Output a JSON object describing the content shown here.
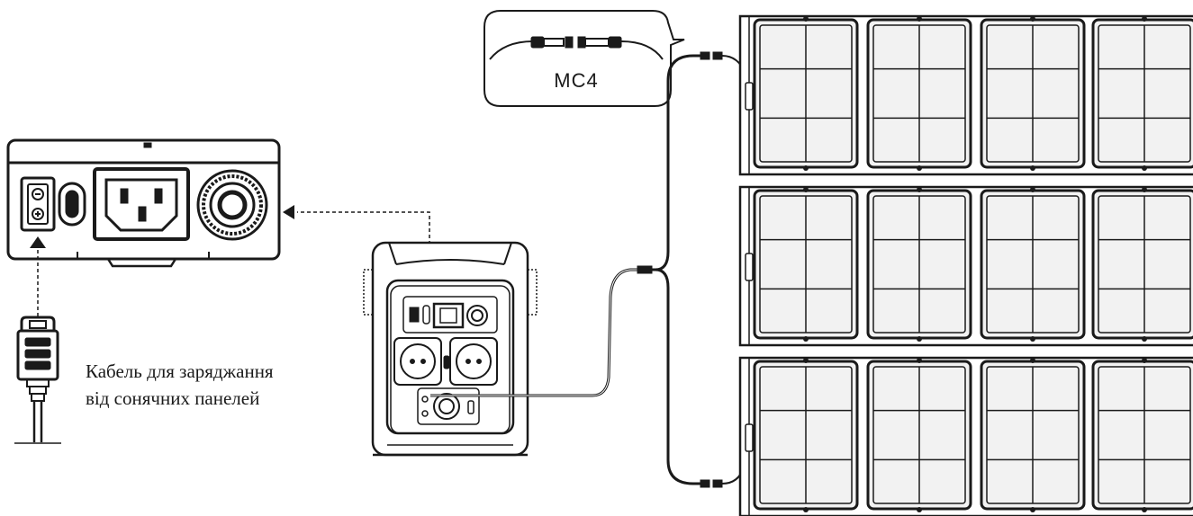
{
  "callout": {
    "label": "MC4"
  },
  "caption": {
    "line1": "Кабель для заряджання",
    "line2": "від сонячних панелей"
  },
  "colors": {
    "ink": "#1a1a1a",
    "panel_fill": "#f2f2f2",
    "background": "#ffffff"
  },
  "icons": [
    "dc-input-port-icon",
    "power-switch-icon",
    "ac-inlet-icon",
    "round-port-icon",
    "arrow-left-icon",
    "arrow-up-icon",
    "mc4-connector-icon",
    "cable-plug-icon"
  ]
}
